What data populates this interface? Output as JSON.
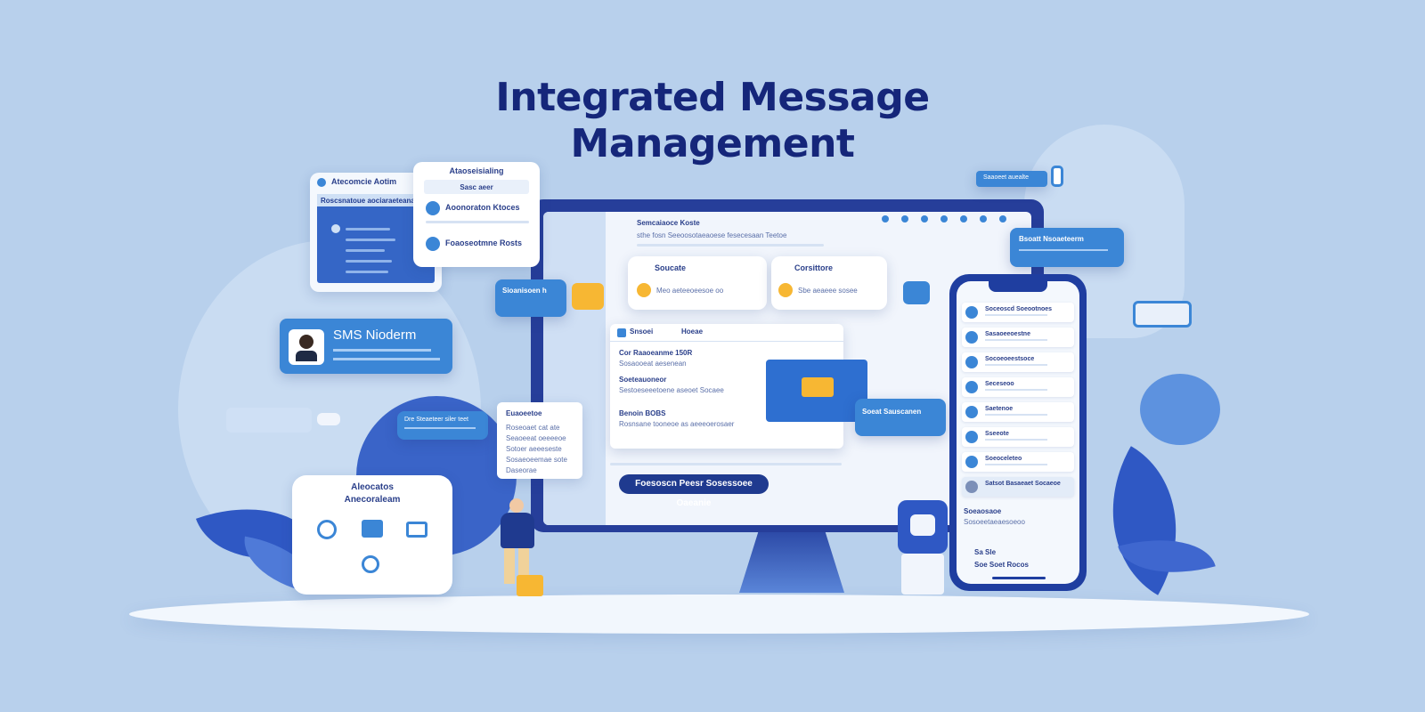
{
  "title": {
    "line1": "Integrated Message",
    "line2": "Management"
  },
  "cards": {
    "top_left": {
      "title": "Atecomcie Aotim",
      "header": "Roscsnatoue aociaraeteanan"
    },
    "notice": {
      "title": "Ataoseisialing",
      "bar": "Sasc aeer",
      "item1": "Aoonoraton Ktoces",
      "item2": "Foaoseotmne Rosts"
    },
    "top_right_badge": {
      "label": "Saaoeet auealte"
    },
    "right_blue": {
      "title": "Bsoatt Nsoaeteerm"
    },
    "sms": {
      "title": "SMS Nioderm"
    },
    "left_chat": {
      "title": "Sioanisoen h"
    },
    "mid_blue": {
      "title": "Dre Steaeteer siler teet"
    },
    "notes": {
      "title": "Euaoeetoe",
      "l1": "Roseoaet cat ate",
      "l2": "Seaoeeat oeeeeoe",
      "l3": "Sotoer aeeeseste",
      "l4": "Sosaeoeemae sote",
      "l5": "Daseorae"
    },
    "bottom_left": {
      "title1": "Aleocatos",
      "title2": "Anecoraleam"
    },
    "right_chat": {
      "title": "Soeat Sauscanen"
    }
  },
  "screen": {
    "header": "Semcaiaoce Koste",
    "subheader": "sthe fosn Seeoosotaeaoese fesecesaan Teetoe",
    "tile1": {
      "title": "Soucate",
      "sub": "Meo aeteeoeesoe oo"
    },
    "tile2": {
      "title": "Corsittore",
      "sub": "Sbe aeaeee sosee"
    },
    "panel": {
      "tab1": "Snsoei",
      "tab2": "Hoeae",
      "s1": "Cor Raaoeanme 150R",
      "s1sub": "Sosaooeat aesenean",
      "s2": "Soeteauoneor",
      "s2sub": "Sestoeseeetoene aseoet Socaee",
      "s3": "Benoin BOBS",
      "s3sub": "Rosnsane tooneoe as aeeeoerosaer"
    },
    "button": "Foesoscn Peesr Sosessoee Oaeanie"
  },
  "phone": {
    "rows": [
      "Soceoscd Soeootnoes",
      "Sasaoeeoestne",
      "Socoeoeestsoce",
      "Seceseoo",
      "Saetenoe",
      "Sseeote",
      "Soeoceleteo",
      "Satsot Basaeaet Socaeoe"
    ],
    "lower1": "Soeaosaoe",
    "lower2": "Sosoeetaeaesoeoo",
    "lower3": "Sa Sle",
    "lower4": "Soe Soet Rocos"
  },
  "colors": {
    "background": "#b8d0ec",
    "title": "#15267a",
    "accent": "#3b86d6",
    "dark": "#263e9a",
    "highlight": "#f7b733"
  }
}
